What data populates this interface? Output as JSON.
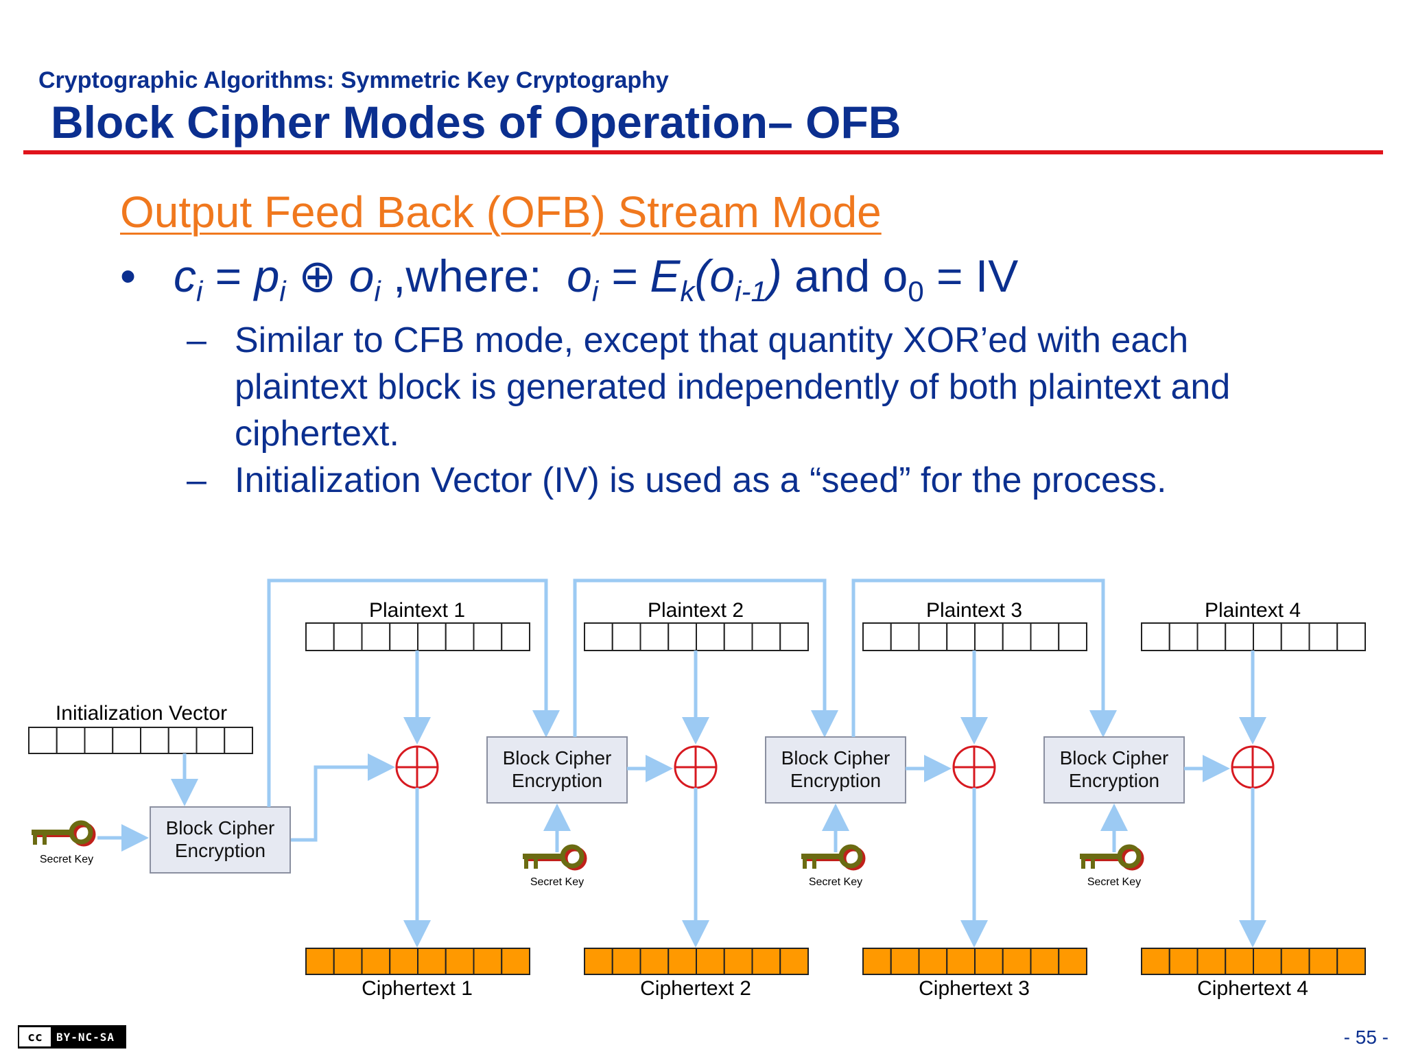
{
  "header": {
    "kicker": "Cryptographic Algorithms: Symmetric Key Cryptography",
    "title": "Block Cipher Modes of Operation– OFB"
  },
  "section_heading": "Output Feed Back (OFB) Stream Mode",
  "bullet": {
    "marker": "•",
    "formula": {
      "c": "c",
      "i": "i",
      "eq": " = ",
      "p": "p",
      "xor": " ⊕ ",
      "o": "o",
      "where": " ,where: ",
      "E": "E",
      "k": "k",
      "open": "(",
      "i1": "i-1",
      "close": ")",
      "and": " and o",
      "zero": "0",
      "iv": " = IV"
    },
    "sub_items": [
      "Similar to CFB mode, except that quantity XOR’ed with each plaintext block is generated independently of both plaintext and ciphertext.",
      "Initialization Vector (IV) is used as a “seed” for the process."
    ],
    "sub_marker": "–"
  },
  "diagram": {
    "iv_label": "Initialization Vector",
    "plaintext_labels": [
      "Plaintext 1",
      "Plaintext 2",
      "Plaintext 3",
      "Plaintext 4"
    ],
    "ciphertext_labels": [
      "Ciphertext 1",
      "Ciphertext 2",
      "Ciphertext 3",
      "Ciphertext 4"
    ],
    "encryption_label_line1": "Block Cipher",
    "encryption_label_line2": "Encryption",
    "secret_key_label": "Secret Key",
    "colors": {
      "arrow": "#9ccaf3",
      "box_fill": "#e6e9f2",
      "box_stroke": "#8a8fa0",
      "ciphertext_fill": "#ff9900",
      "xor_stroke": "#d71920",
      "key_body": "#6b6b12",
      "key_shadow": "#c0201a"
    }
  },
  "footer": {
    "license_left": "cc",
    "license_right": "BY-NC-SA",
    "page": "- 55 -"
  }
}
